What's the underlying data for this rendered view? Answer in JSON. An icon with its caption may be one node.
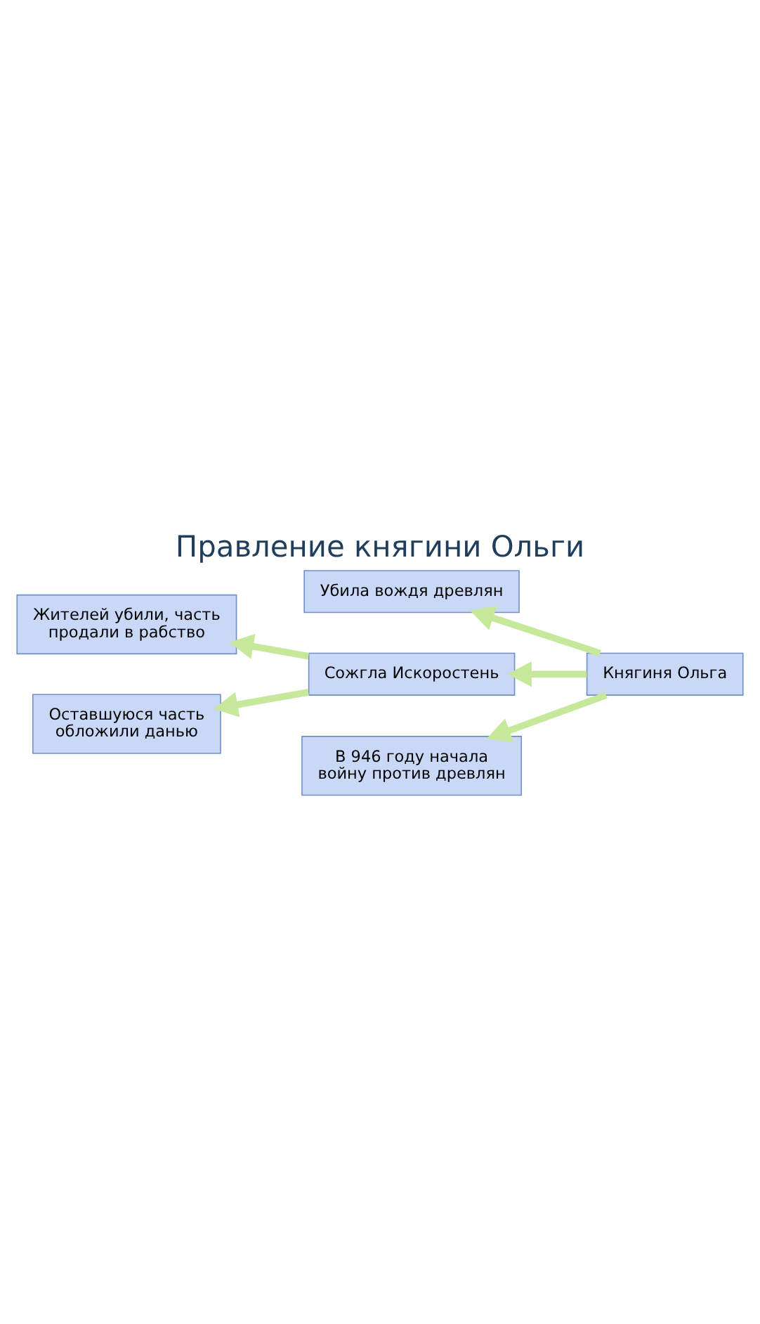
{
  "diagram": {
    "title": "Правление княгини Ольги",
    "nodes": [
      {
        "text": [
          "Княгиня Ольга"
        ]
      },
      {
        "text": [
          "Убила вождя древлян"
        ]
      },
      {
        "text": [
          "Сожгла Искоростень"
        ]
      },
      {
        "text": [
          "В 946 году начала войну против древлян"
        ]
      },
      {
        "text": [
          "Жителей убили, часть продали в рабство"
        ]
      },
      {
        "text": [
          "Оставшуюся часть обложили данью"
        ]
      }
    ],
    "edges": [
      {
        "from": 0,
        "to": 1,
        "arrow": "to"
      },
      {
        "from": 0,
        "to": 2,
        "arrow": "to"
      },
      {
        "from": 0,
        "to": 3,
        "arrow": "to"
      },
      {
        "from": 2,
        "to": 4,
        "arrow": "to"
      },
      {
        "from": 2,
        "to": 5,
        "arrow": "to"
      }
    ]
  }
}
